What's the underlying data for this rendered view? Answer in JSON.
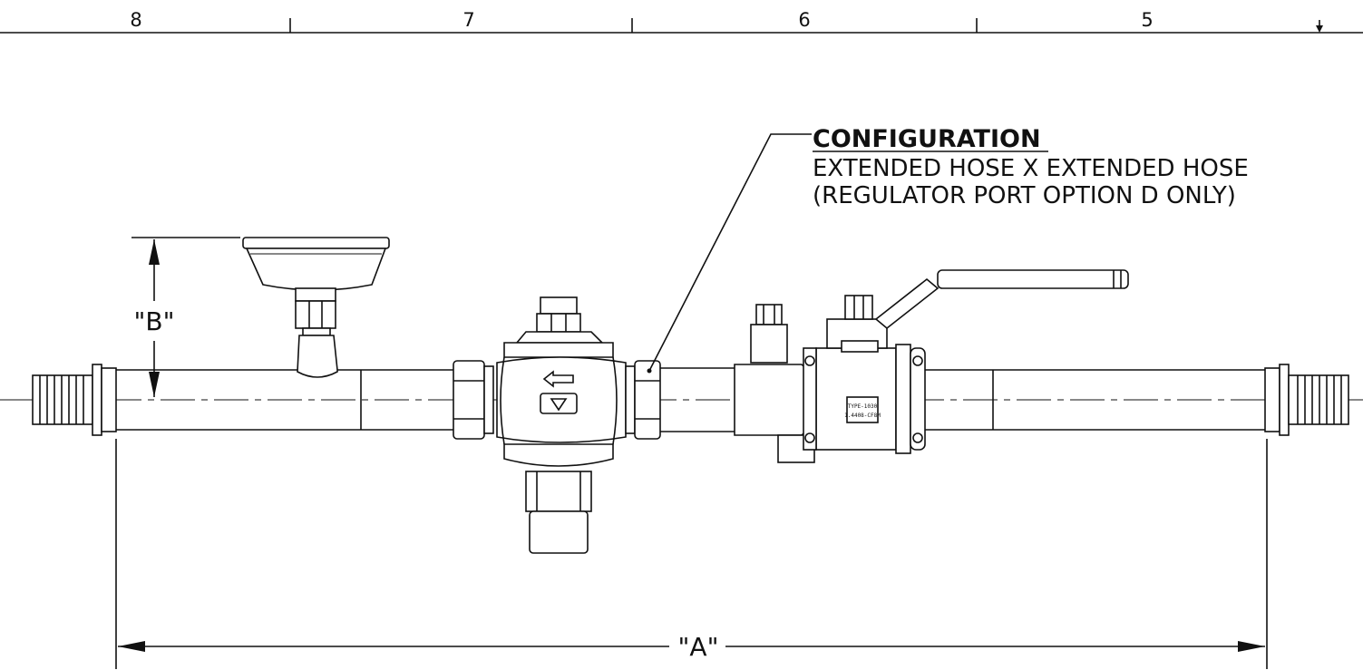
{
  "zones": [
    "8",
    "7",
    "6",
    "5"
  ],
  "configuration": {
    "title": "CONFIGURATION",
    "line1": "EXTENDED HOSE X EXTENDED HOSE",
    "line2": "(REGULATOR PORT OPTION D ONLY)"
  },
  "dimensions": {
    "a": "\"A\"",
    "b": "\"B\""
  },
  "valve_label": {
    "line1": "TYPE-1030",
    "line2": "1.4408-CF8M"
  }
}
